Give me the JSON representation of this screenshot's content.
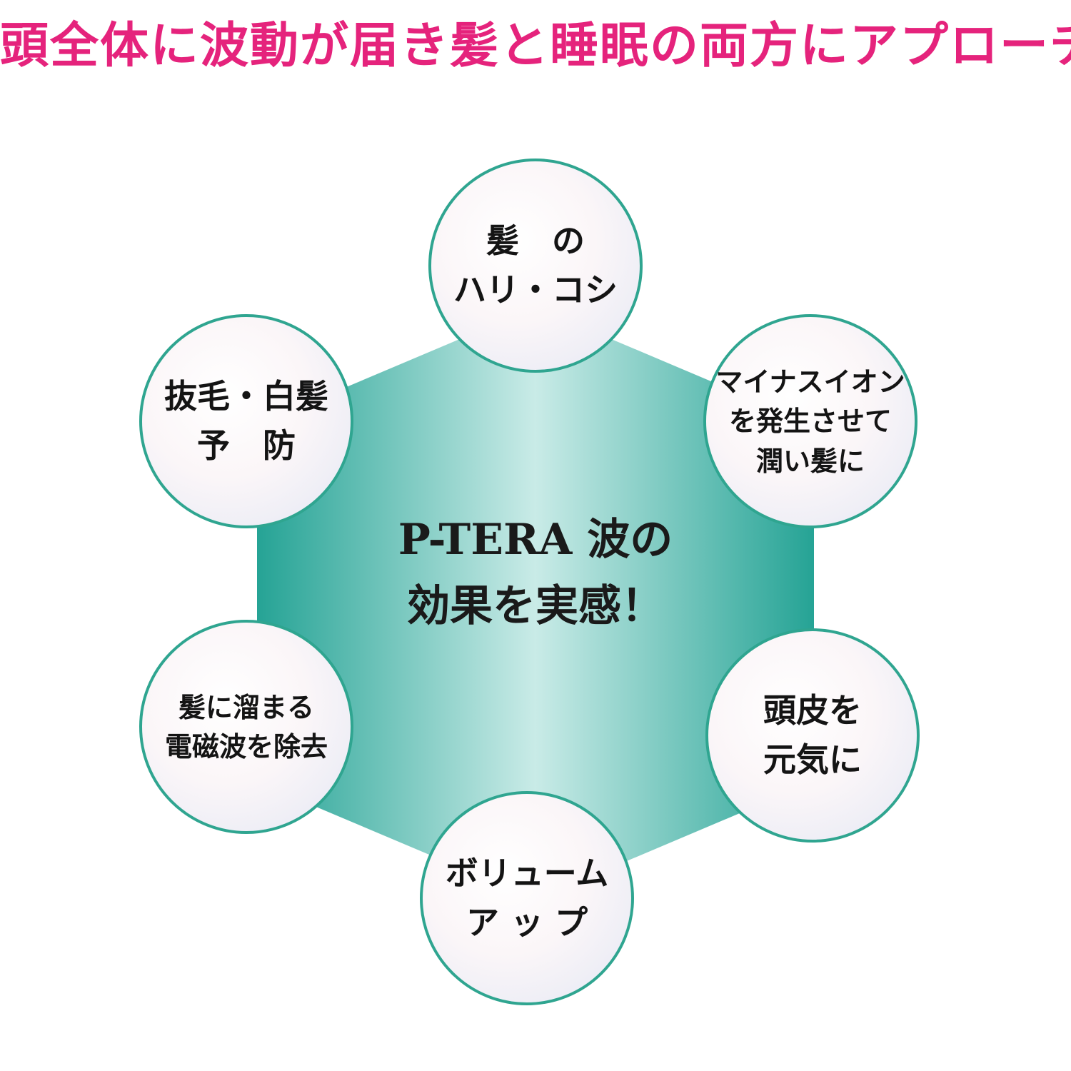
{
  "headline": {
    "text": "頭全体に波動が届き髪と睡眠の両方にアプローチ",
    "color": "#e5237c"
  },
  "center": {
    "line1": "P-TERA 波の",
    "line2": "効果を実感！",
    "hex_fill": "#2fa9a0"
  },
  "bubbles": [
    {
      "id": "top",
      "lines": [
        "髪　の",
        "ハリ・コシ"
      ]
    },
    {
      "id": "upper-right",
      "lines": [
        "マイナスイオン",
        "を発生させて",
        "潤い髪に"
      ]
    },
    {
      "id": "lower-right",
      "lines": [
        "頭皮を",
        "元気に"
      ]
    },
    {
      "id": "bottom",
      "lines": [
        "ボリューム",
        "ア ッ プ"
      ]
    },
    {
      "id": "lower-left",
      "lines": [
        "髪に溜まる",
        "電磁波を除去"
      ]
    },
    {
      "id": "upper-left",
      "lines": [
        "抜毛・白髪",
        "予　防"
      ]
    }
  ],
  "accent_color": "#2fa590"
}
